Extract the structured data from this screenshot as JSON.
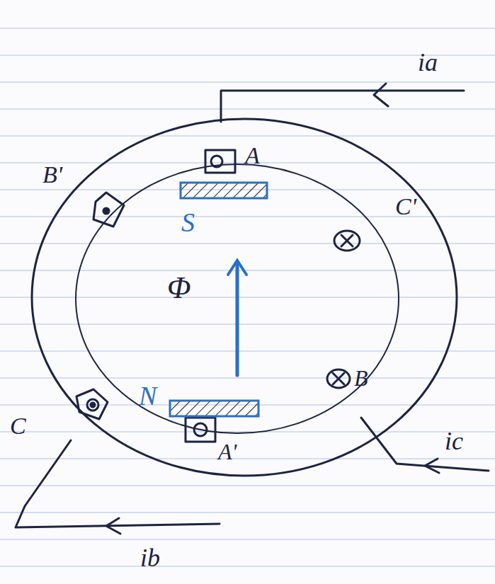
{
  "diagram": {
    "labels": [
      "A",
      "B'",
      "C'",
      "S",
      "Φ",
      "N",
      "C",
      "B",
      "A'",
      "ia",
      "ic",
      "ib"
    ]
  }
}
